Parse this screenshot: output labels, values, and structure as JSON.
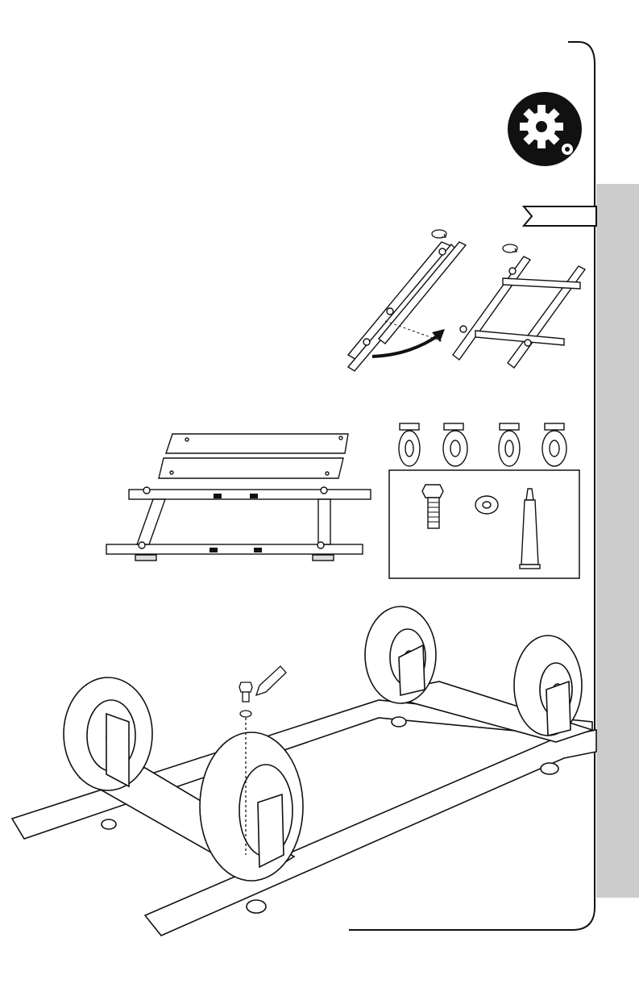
{
  "page": {
    "background": "#ffffff",
    "ink_color": "#111111",
    "side_tab_color": "#cccccc"
  },
  "icons": {
    "header": "gear-icon",
    "step_flag": "flag-tab-icon",
    "rotate": "rotate-arrow-icon",
    "flip": "curved-flip-arrow-icon"
  },
  "illustrations": {
    "flip_frame": "two-rail-frame-before-and-after-flip",
    "frame_parts": "rails-crossbars-and-two-panels",
    "casters": "two-swivel-and-two-fixed-casters",
    "hardware": "bolt-washer-threadlocker",
    "assembly": "caster-plates-bolted-to-rails"
  }
}
